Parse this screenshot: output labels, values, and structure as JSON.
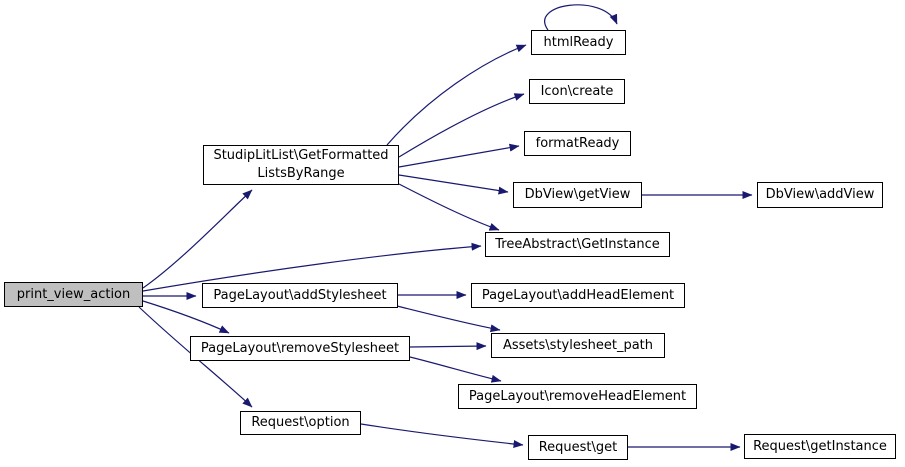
{
  "diagram": {
    "type": "call-graph",
    "colors": {
      "background": "#ffffff",
      "edge": "#191970",
      "node_fill": "#ffffff",
      "node_border": "#000000",
      "focus_node_fill": "#bfbfbf",
      "text": "#000000"
    },
    "nodes": {
      "print_view_action": {
        "label": "print_view_action",
        "highlighted": true
      },
      "get_formatted_lists_by_range": {
        "label": "StudipLitList\\GetFormatted\nListsByRange",
        "highlighted": false
      },
      "html_ready": {
        "label": "htmlReady",
        "highlighted": false,
        "self_call": true
      },
      "icon_create": {
        "label": "Icon\\create",
        "highlighted": false
      },
      "format_ready": {
        "label": "formatReady",
        "highlighted": false
      },
      "dbview_get_view": {
        "label": "DbView\\getView",
        "highlighted": false
      },
      "dbview_add_view": {
        "label": "DbView\\addView",
        "highlighted": false
      },
      "tree_abstract_get_instance": {
        "label": "TreeAbstract\\GetInstance",
        "highlighted": false
      },
      "pagelayout_add_stylesheet": {
        "label": "PageLayout\\addStylesheet",
        "highlighted": false
      },
      "pagelayout_add_head_element": {
        "label": "PageLayout\\addHeadElement",
        "highlighted": false
      },
      "pagelayout_remove_stylesheet": {
        "label": "PageLayout\\removeStylesheet",
        "highlighted": false
      },
      "assets_stylesheet_path": {
        "label": "Assets\\stylesheet_path",
        "highlighted": false
      },
      "pagelayout_remove_head_element": {
        "label": "PageLayout\\removeHeadElement",
        "highlighted": false
      },
      "request_option": {
        "label": "Request\\option",
        "highlighted": false
      },
      "request_get": {
        "label": "Request\\get",
        "highlighted": false
      },
      "request_get_instance": {
        "label": "Request\\getInstance",
        "highlighted": false
      }
    },
    "edges": [
      {
        "from": "print_view_action",
        "to": "get_formatted_lists_by_range"
      },
      {
        "from": "print_view_action",
        "to": "tree_abstract_get_instance"
      },
      {
        "from": "print_view_action",
        "to": "pagelayout_add_stylesheet"
      },
      {
        "from": "print_view_action",
        "to": "pagelayout_remove_stylesheet"
      },
      {
        "from": "print_view_action",
        "to": "request_option"
      },
      {
        "from": "get_formatted_lists_by_range",
        "to": "html_ready"
      },
      {
        "from": "get_formatted_lists_by_range",
        "to": "icon_create"
      },
      {
        "from": "get_formatted_lists_by_range",
        "to": "format_ready"
      },
      {
        "from": "get_formatted_lists_by_range",
        "to": "dbview_get_view"
      },
      {
        "from": "get_formatted_lists_by_range",
        "to": "tree_abstract_get_instance"
      },
      {
        "from": "html_ready",
        "to": "html_ready"
      },
      {
        "from": "dbview_get_view",
        "to": "dbview_add_view"
      },
      {
        "from": "pagelayout_add_stylesheet",
        "to": "pagelayout_add_head_element"
      },
      {
        "from": "pagelayout_add_stylesheet",
        "to": "assets_stylesheet_path"
      },
      {
        "from": "pagelayout_remove_stylesheet",
        "to": "assets_stylesheet_path"
      },
      {
        "from": "pagelayout_remove_stylesheet",
        "to": "pagelayout_remove_head_element"
      },
      {
        "from": "request_option",
        "to": "request_get"
      },
      {
        "from": "request_get",
        "to": "request_get_instance"
      }
    ]
  }
}
